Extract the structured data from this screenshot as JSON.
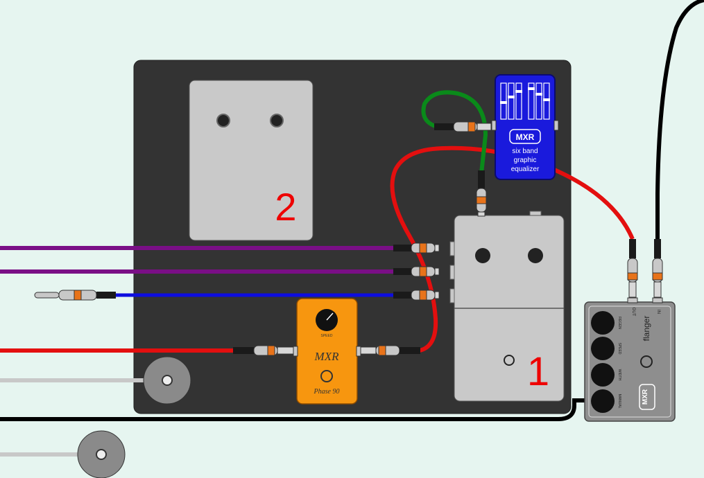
{
  "title": "",
  "slots": {
    "slot1_number": "1",
    "slot2_number": "2"
  },
  "eq_pedal": {
    "brand": "MXR",
    "line1": "six band",
    "line2": "graphic",
    "line3": "equalizer",
    "color": "#1a1adc"
  },
  "phase_pedal": {
    "brand": "MXR",
    "model": "Phase 90",
    "knob_label": "SPEED",
    "color": "#f7960f"
  },
  "flanger_pedal": {
    "model": "flanger",
    "brand": "MXR",
    "knobs": [
      "REGEN",
      "SPEED",
      "WIDTH",
      "MANUAL"
    ],
    "out_label": "OUT",
    "in_label": "IN"
  },
  "cables": {
    "purple": "#7a0f86",
    "blue": "#0d0de0",
    "red": "#e30f0f",
    "green": "#0a8a1a",
    "black": "#000000",
    "gray": "#c8c8c8"
  }
}
